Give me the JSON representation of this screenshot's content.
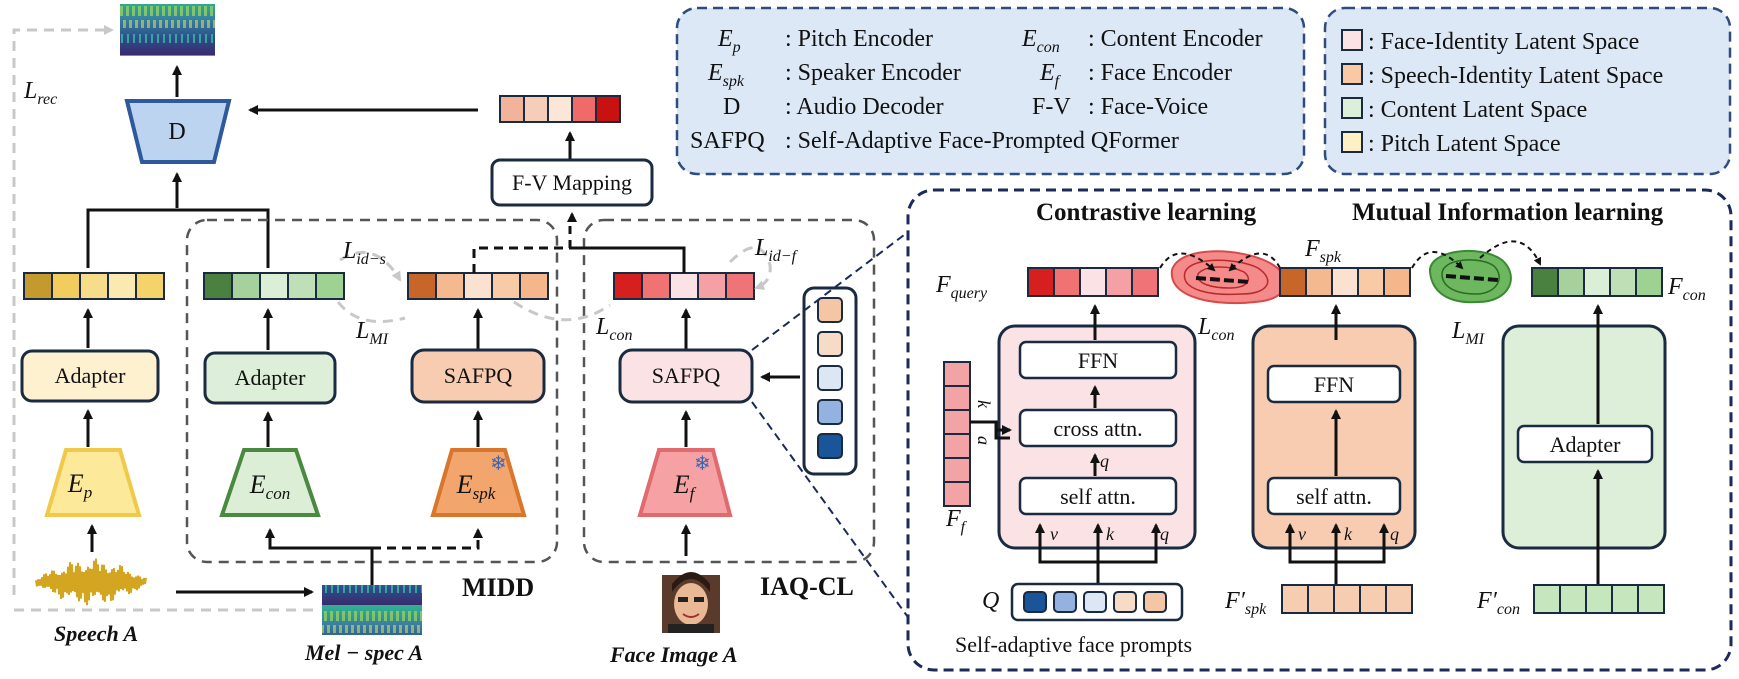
{
  "legend_left": {
    "entries": [
      {
        "symbol_main": "E",
        "symbol_sub": "p",
        "desc": ": Pitch Encoder"
      },
      {
        "symbol_main": "E",
        "symbol_sub": "spk",
        "desc": ": Speaker Encoder"
      },
      {
        "symbol_main": "D",
        "symbol_sub": "",
        "desc": ": Audio Decoder"
      },
      {
        "symbol_main": "SAFPQ",
        "symbol_sub": "",
        "desc": ": Self-Adaptive Face-Prompted QFormer"
      }
    ],
    "entries_right": [
      {
        "symbol_main": "E",
        "symbol_sub": "con",
        "desc": ": Content Encoder"
      },
      {
        "symbol_main": "E",
        "symbol_sub": "f",
        "desc": ": Face Encoder"
      },
      {
        "symbol_main": "F-V",
        "symbol_sub": "",
        "desc": ": Face-Voice"
      }
    ]
  },
  "legend_right": {
    "entries": [
      {
        "color": "#fbe3e5",
        "label": ": Face-Identity Latent Space"
      },
      {
        "color": "#f8c9a4",
        "label": ": Speech-Identity Latent Space"
      },
      {
        "color": "#dcefd8",
        "label": ": Content Latent Space"
      },
      {
        "color": "#fdf0c4",
        "label": ": Pitch Latent Space"
      }
    ]
  },
  "labels": {
    "l_rec": "L",
    "l_rec_sub": "rec",
    "decoder": "D",
    "fv_mapping": "F-V Mapping",
    "l_id_s": "L",
    "l_id_s_sub": "id−s",
    "l_id_f": "L",
    "l_id_f_sub": "id−f",
    "l_mi": "L",
    "l_mi_sub": "MI",
    "l_con": "L",
    "l_con_sub": "con",
    "adapter": "Adapter",
    "safpq": "SAFPQ",
    "ep": "E",
    "ep_sub": "p",
    "econ": "E",
    "econ_sub": "con",
    "espk": "E",
    "espk_sub": "spk",
    "ef": "E",
    "ef_sub": "f",
    "midd": "MIDD",
    "iaq_cl": "IAQ-CL",
    "speech_a": "Speech A",
    "mel_spec_a": "Mel − spec A",
    "face_image_a": "Face Image A"
  },
  "detail": {
    "contrastive": "Contrastive learning",
    "mutual_info": "Mutual Information learning",
    "f_query": "F",
    "f_query_sub": "query",
    "f_spk": "F",
    "f_spk_sub": "spk",
    "f_con": "F",
    "f_con_sub": "con",
    "f_f": "F",
    "f_f_sub": "f",
    "l_con": "L",
    "l_con_sub": "con",
    "l_mi": "L",
    "l_mi_sub": "MI",
    "ffn": "FFN",
    "cross_attn": "cross attn.",
    "self_attn": "self attn.",
    "adapter": "Adapter",
    "q_label": "Q",
    "f_spk_prime": "F′",
    "f_spk_prime_sub": "spk",
    "f_con_prime": "F′",
    "f_con_prime_sub": "con",
    "prompts_caption": "Self-adaptive face prompts",
    "v": "v",
    "k": "k",
    "q": "q",
    "a": "a"
  },
  "colors": {
    "pitch": [
      "#c49a2e",
      "#f2cc5c",
      "#f7dd8a",
      "#fbe9b2",
      "#f4d36a"
    ],
    "content": [
      "#4a8040",
      "#a6d19c",
      "#dbefd6",
      "#bfe0b7",
      "#9dd292"
    ],
    "speaker": [
      "#c8662a",
      "#f4b98e",
      "#fbe1cf",
      "#f8caa6",
      "#f4b68a"
    ],
    "face": [
      "#d62020",
      "#f07272",
      "#fbe2e4",
      "#f4a0a4",
      "#ee7478"
    ],
    "fv_out": [
      "#f1b39a",
      "#f6cdb8",
      "#fce6d8",
      "#f06a6a",
      "#c81212"
    ],
    "prompts_v": [
      "#f4c6a6",
      "#f6dcc6",
      "#dde7f3",
      "#94b2e0",
      "#1a5499"
    ],
    "prompts_h": [
      "#1a5499",
      "#94b2e0",
      "#dde7f3",
      "#f6dcc6",
      "#f4c6a6"
    ],
    "ff_col": "#f2a3a6",
    "spk_prime": "#f6cdb0",
    "con_prime": "#c6e6bd"
  }
}
